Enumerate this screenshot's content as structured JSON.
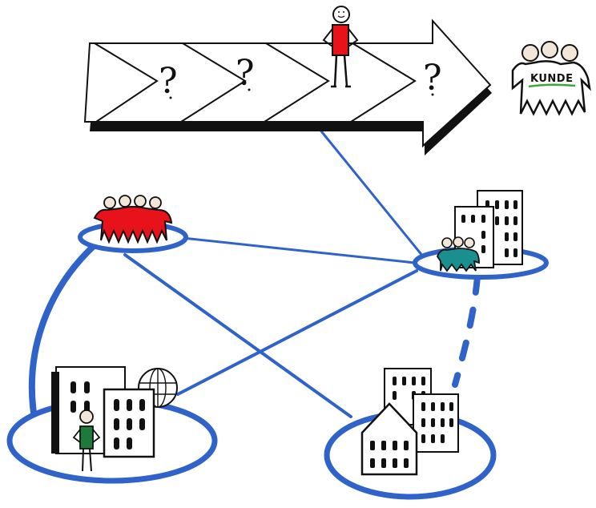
{
  "process_arrow": {
    "stages": [
      {
        "label": "?"
      },
      {
        "label": "?"
      },
      {
        "label": ""
      },
      {
        "label": "?"
      }
    ]
  },
  "customer": {
    "label": "KUNDE"
  },
  "colors": {
    "network_blue": "#2f63c9",
    "team_red": "#e8131a",
    "team_teal": "#1a8f8f",
    "person_shirt_red": "#e8131a",
    "person_shirt_green": "#1e7a3a",
    "customer_underline": "#3aa83a"
  },
  "nodes": [
    {
      "id": "team-red",
      "icon": "group-of-people-icon"
    },
    {
      "id": "office-teal-team",
      "icon": "office-buildings-icon"
    },
    {
      "id": "hq-global",
      "icon": "office-with-globe-icon"
    },
    {
      "id": "city-houses",
      "icon": "city-buildings-icon"
    }
  ]
}
